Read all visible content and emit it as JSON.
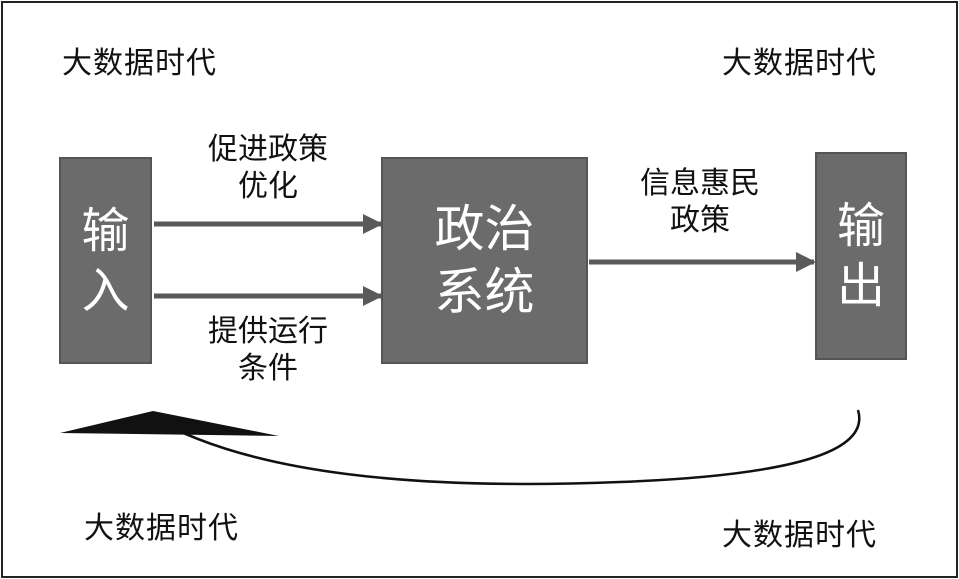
{
  "colors": {
    "box_fill": "#6b6b6b",
    "box_text": "#ffffff",
    "arrow": "#5a5a5a",
    "feedback_arrow": "#111111",
    "text": "#111111"
  },
  "corners": {
    "top_left": "大数据时代",
    "top_right": "大数据时代",
    "bottom_left": "大数据时代",
    "bottom_right": "大数据时代"
  },
  "boxes": {
    "input": "输\n入",
    "political_system": "政治\n系统",
    "output": "输\n出"
  },
  "arrow_labels": {
    "promote": "促进政策\n优化",
    "provide": "提供运行\n条件",
    "benefit": "信息惠民\n政策"
  }
}
